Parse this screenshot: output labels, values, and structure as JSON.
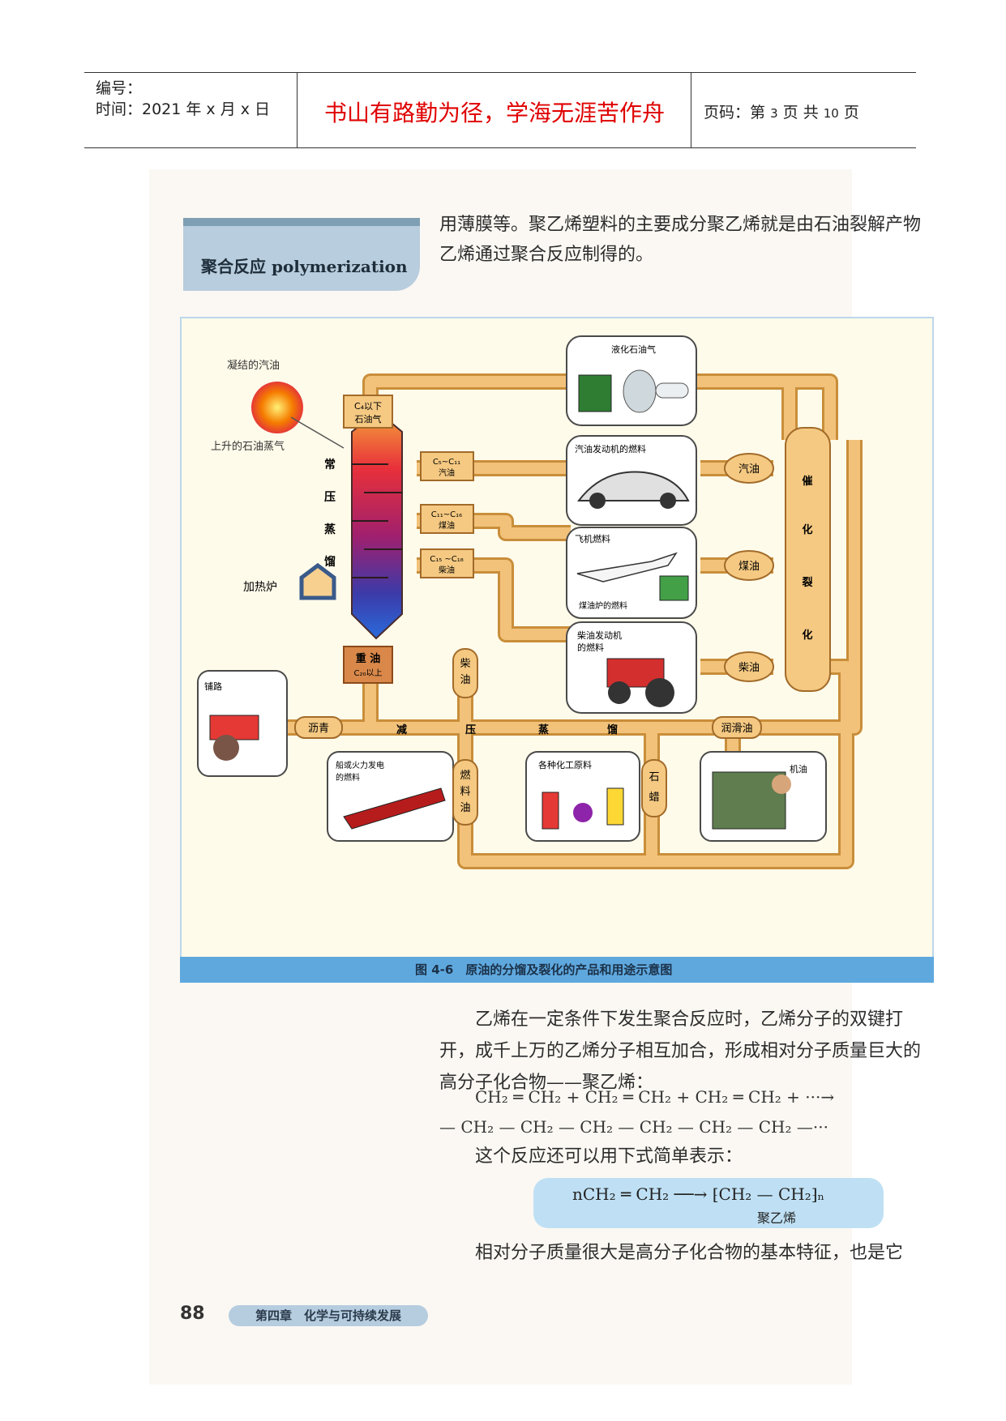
{
  "header": {
    "number_label": "编号：",
    "time_label": "时间：2021 年 x 月 x 日",
    "motto": "书山有路勤为径，学海无涯苦作舟",
    "page_prefix": "页码：第",
    "page_current": "3",
    "page_mid": "页 共",
    "page_total": "10",
    "page_suffix": "页"
  },
  "sidebar_tag": "聚合反应 polymerization",
  "intro_text": "用薄膜等。聚乙烯塑料的主要成分聚乙烯就是由石油裂解产物乙烯通过聚合反应制得的。",
  "figure": {
    "caption": "图 4-6　原油的分馏及裂化的产品和用途示意图",
    "labels": {
      "condensed_oil": "凝结的汽油",
      "rising_vapor": "上升的石油蒸气",
      "column": [
        "常",
        "压",
        "蒸",
        "馏"
      ],
      "furnace": "加热炉",
      "c4_gas_1": "C₄以下",
      "c4_gas_2": "石油气",
      "c5_c11_1": "C₅~C₁₁",
      "c5_c11_2": "汽油",
      "c11_c16_1": "C₁₁~C₁₆",
      "c11_c16_2": "煤油",
      "c15_c18_1": "C₁₅ ~C₁₈",
      "c15_c18_2": "柴油",
      "heavy_oil_1": "重 油",
      "heavy_oil_2": "C₂₀以上",
      "lpg": "液化石油气",
      "car_fuel": "汽油发动机的燃料",
      "jet_fuel": "飞机燃料",
      "stove_fuel": "煤油炉的燃料",
      "diesel_engine_1": "柴油发动机",
      "diesel_engine_2": "的燃料",
      "gasoline": "汽油",
      "kerosene": "煤油",
      "diesel": "柴油",
      "cracking": [
        "催",
        "化",
        "裂",
        "化"
      ],
      "paving": "铺路",
      "asphalt": "沥青",
      "vacuum": [
        "减",
        "压",
        "蒸",
        "馏"
      ],
      "lube": "润滑油",
      "diesel_v": [
        "柴",
        "油"
      ],
      "ship_fuel_1": "船或火力发电",
      "ship_fuel_2": "的燃料",
      "fuel_oil": [
        "燃",
        "料",
        "油"
      ],
      "chemicals": "各种化工原料",
      "paraffin": [
        "石",
        "蜡"
      ],
      "engine_oil": "机油"
    },
    "colors": {
      "pipe": "#f2c27a",
      "pipe_edge": "#c98e3a",
      "panel_bg": "#fffbea"
    }
  },
  "paragraph1": "乙烯在一定条件下发生聚合反应时，乙烯分子的双键打开，成千上万的乙烯分子相互加合，形成相对分子质量巨大的高分子化合物——聚乙烯：",
  "equation1": "CH₂ ═ CH₂ + CH₂ ═ CH₂ + CH₂ ═ CH₂ + ···→",
  "equation2": "— CH₂ — CH₂ — CH₂ — CH₂ — CH₂ — CH₂ —···",
  "paragraph2": "这个反应还可以用下式简单表示：",
  "equation_simple": "nCH₂ ═ CH₂ ──→ ⁅CH₂ — CH₂⁆ₙ",
  "equation_simple_label": "聚乙烯",
  "paragraph3": "相对分子质量很大是高分子化合物的基本特征，也是它",
  "footer": {
    "page_number": "88",
    "chapter": "第四章　化学与可持续发展"
  }
}
